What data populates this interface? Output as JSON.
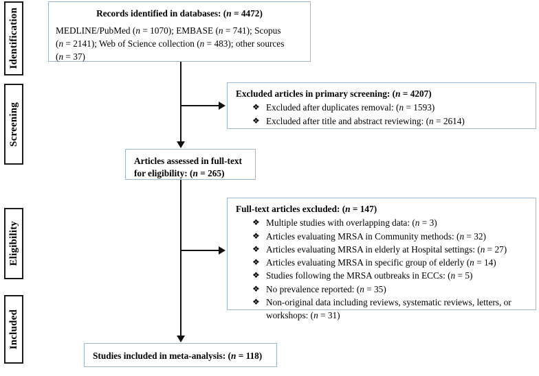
{
  "diagram": {
    "title": "PRISMA flow diagram",
    "accent_border_color": "#9ab8d4",
    "stage_border_color": "#1a1a1a",
    "connector_color": "#111111",
    "bullet_glyph": "❖"
  },
  "stages": [
    {
      "label": "Identification"
    },
    {
      "label": "Screening"
    },
    {
      "label": "Eligibility"
    },
    {
      "label": "Included"
    }
  ],
  "boxes": {
    "identified": {
      "title_text": "Records identified in databases: (",
      "title_n": "n",
      "title_tail": " = 4472)",
      "body_line1_a": "MEDLINE/PubMed (",
      "body_n1": "n",
      "body_line1_b": " = 1070); EMBASE (",
      "body_n2": "n",
      "body_line1_c": " = 741); Scopus",
      "body_line2_a": "(",
      "body_n3": "n",
      "body_line2_b": " = 2141); Web of Science collection (",
      "body_n4": "n",
      "body_line2_c": " = 483); other sources",
      "body_line3_a": "(",
      "body_n5": "n",
      "body_line3_b": " = 37)"
    },
    "primary_excluded": {
      "title_text": "Excluded articles in primary screening: (",
      "title_n": "n",
      "title_tail": " = 4207)",
      "items": [
        {
          "text": "Excluded after duplicates removal: (",
          "n": "n",
          "tail": " = 1593)"
        },
        {
          "text": "Excluded after title and abstract reviewing: (",
          "n": "n",
          "tail": " = 2614)"
        }
      ]
    },
    "fulltext_assessed": {
      "line1": "Articles assessed in full-text",
      "line2_a": "for eligibility: (",
      "line2_n": "n",
      "line2_b": " = 265)"
    },
    "fulltext_excluded": {
      "title_text": "Full-text articles excluded: (",
      "title_n": "n",
      "title_tail": " = 147)",
      "items": [
        {
          "text": "Multiple studies with overlapping data: (",
          "n": "n",
          "tail": " = 3)"
        },
        {
          "text": "Articles evaluating MRSA in Community methods: (",
          "n": "n",
          "tail": " = 32)"
        },
        {
          "text": "Articles evaluating MRSA in elderly at Hospital settings: (",
          "n": "n",
          "tail": " = 27)"
        },
        {
          "text": "Articles evaluating MRSA in specific group of elderly (",
          "n": "n",
          "tail": " = 14)"
        },
        {
          "text": "Studies following the MRSA outbreaks in ECCs: (",
          "n": "n",
          "tail": " = 5)"
        },
        {
          "text": "No prevalence reported: (",
          "n": "n",
          "tail": " = 35)"
        },
        {
          "text": "Non-original data including reviews, systematic reviews, letters, or workshops: (",
          "n": "n",
          "tail": " = 31)"
        }
      ]
    },
    "included": {
      "title_text": "Studies included in meta-analysis: (",
      "title_n": "n",
      "title_tail": " = 118)"
    }
  }
}
